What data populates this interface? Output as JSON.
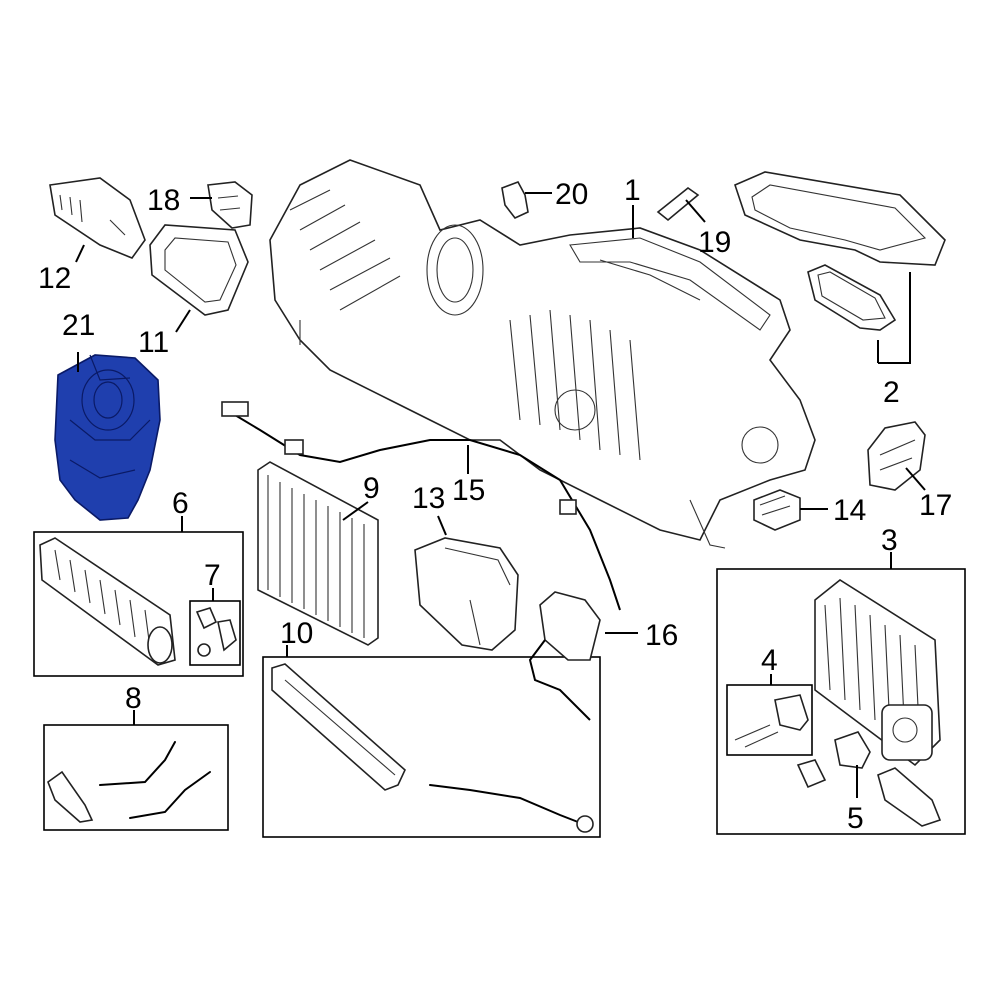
{
  "callouts": {
    "c1": "1",
    "c2": "2",
    "c3": "3",
    "c4": "4",
    "c5": "5",
    "c6": "6",
    "c7": "7",
    "c8": "8",
    "c9": "9",
    "c10": "10",
    "c11": "11",
    "c12": "12",
    "c13": "13",
    "c14": "14",
    "c15": "15",
    "c16": "16",
    "c17": "17",
    "c18": "18",
    "c19": "19",
    "c20": "20",
    "c21": "21"
  },
  "highlight_color": "#1f3fae",
  "highlighted_part": "21"
}
